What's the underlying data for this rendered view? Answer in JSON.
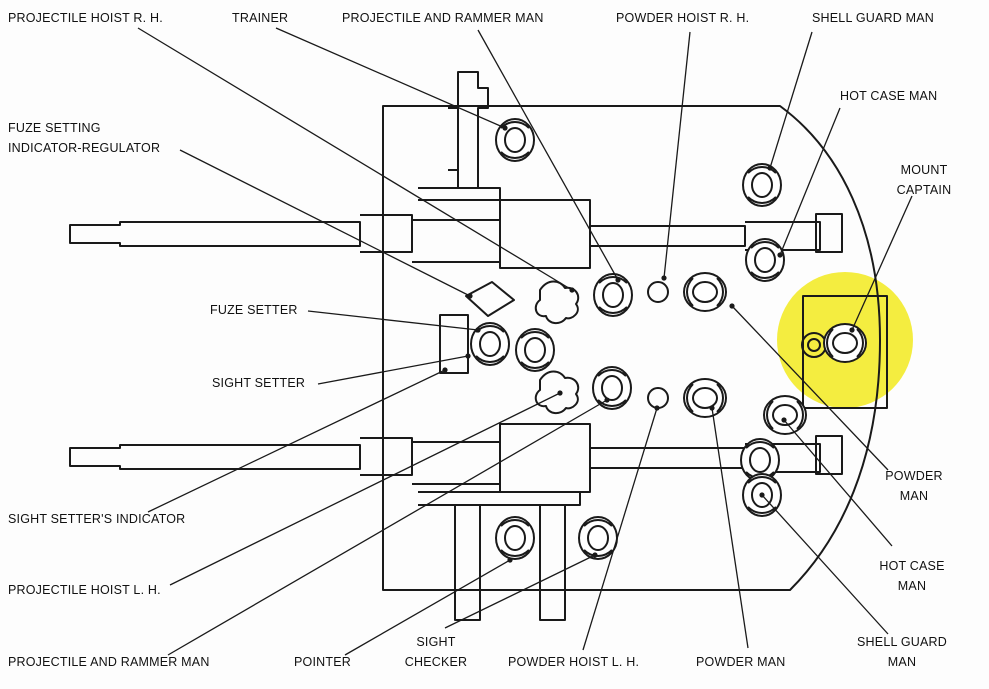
{
  "labels": {
    "projectile_hoist_rh": "PROJECTILE HOIST R. H.",
    "trainer": "TRAINER",
    "projectile_rammer_top": "PROJECTILE AND RAMMER MAN",
    "powder_hoist_rh": "POWDER HOIST R. H.",
    "shell_guard_top": "SHELL GUARD MAN",
    "hot_case_top": "HOT CASE MAN",
    "mount_captain_1": "MOUNT",
    "mount_captain_2": "CAPTAIN",
    "fuze_indicator_1": "FUZE SETTING",
    "fuze_indicator_2": "INDICATOR-REGULATOR",
    "fuze_setter": "FUZE SETTER",
    "sight_setter": "SIGHT SETTER",
    "sight_setter_indicator": "SIGHT SETTER'S INDICATOR",
    "projectile_hoist_lh": "PROJECTILE HOIST L. H.",
    "projectile_rammer_bottom": "PROJECTILE AND RAMMER MAN",
    "pointer": "POINTER",
    "sight_checker_1": "SIGHT",
    "sight_checker_2": "CHECKER",
    "powder_hoist_lh": "POWDER HOIST L. H.",
    "powder_man_bottom": "POWDER MAN",
    "powder_man_right_1": "POWDER",
    "powder_man_right_2": "MAN",
    "hot_case_right_1": "HOT CASE",
    "hot_case_right_2": "MAN",
    "shell_guard_right_1": "SHELL GUARD",
    "shell_guard_right_2": "MAN"
  },
  "colors": {
    "ink": "#1a1a1a",
    "highlight": "#f2ea1e"
  }
}
